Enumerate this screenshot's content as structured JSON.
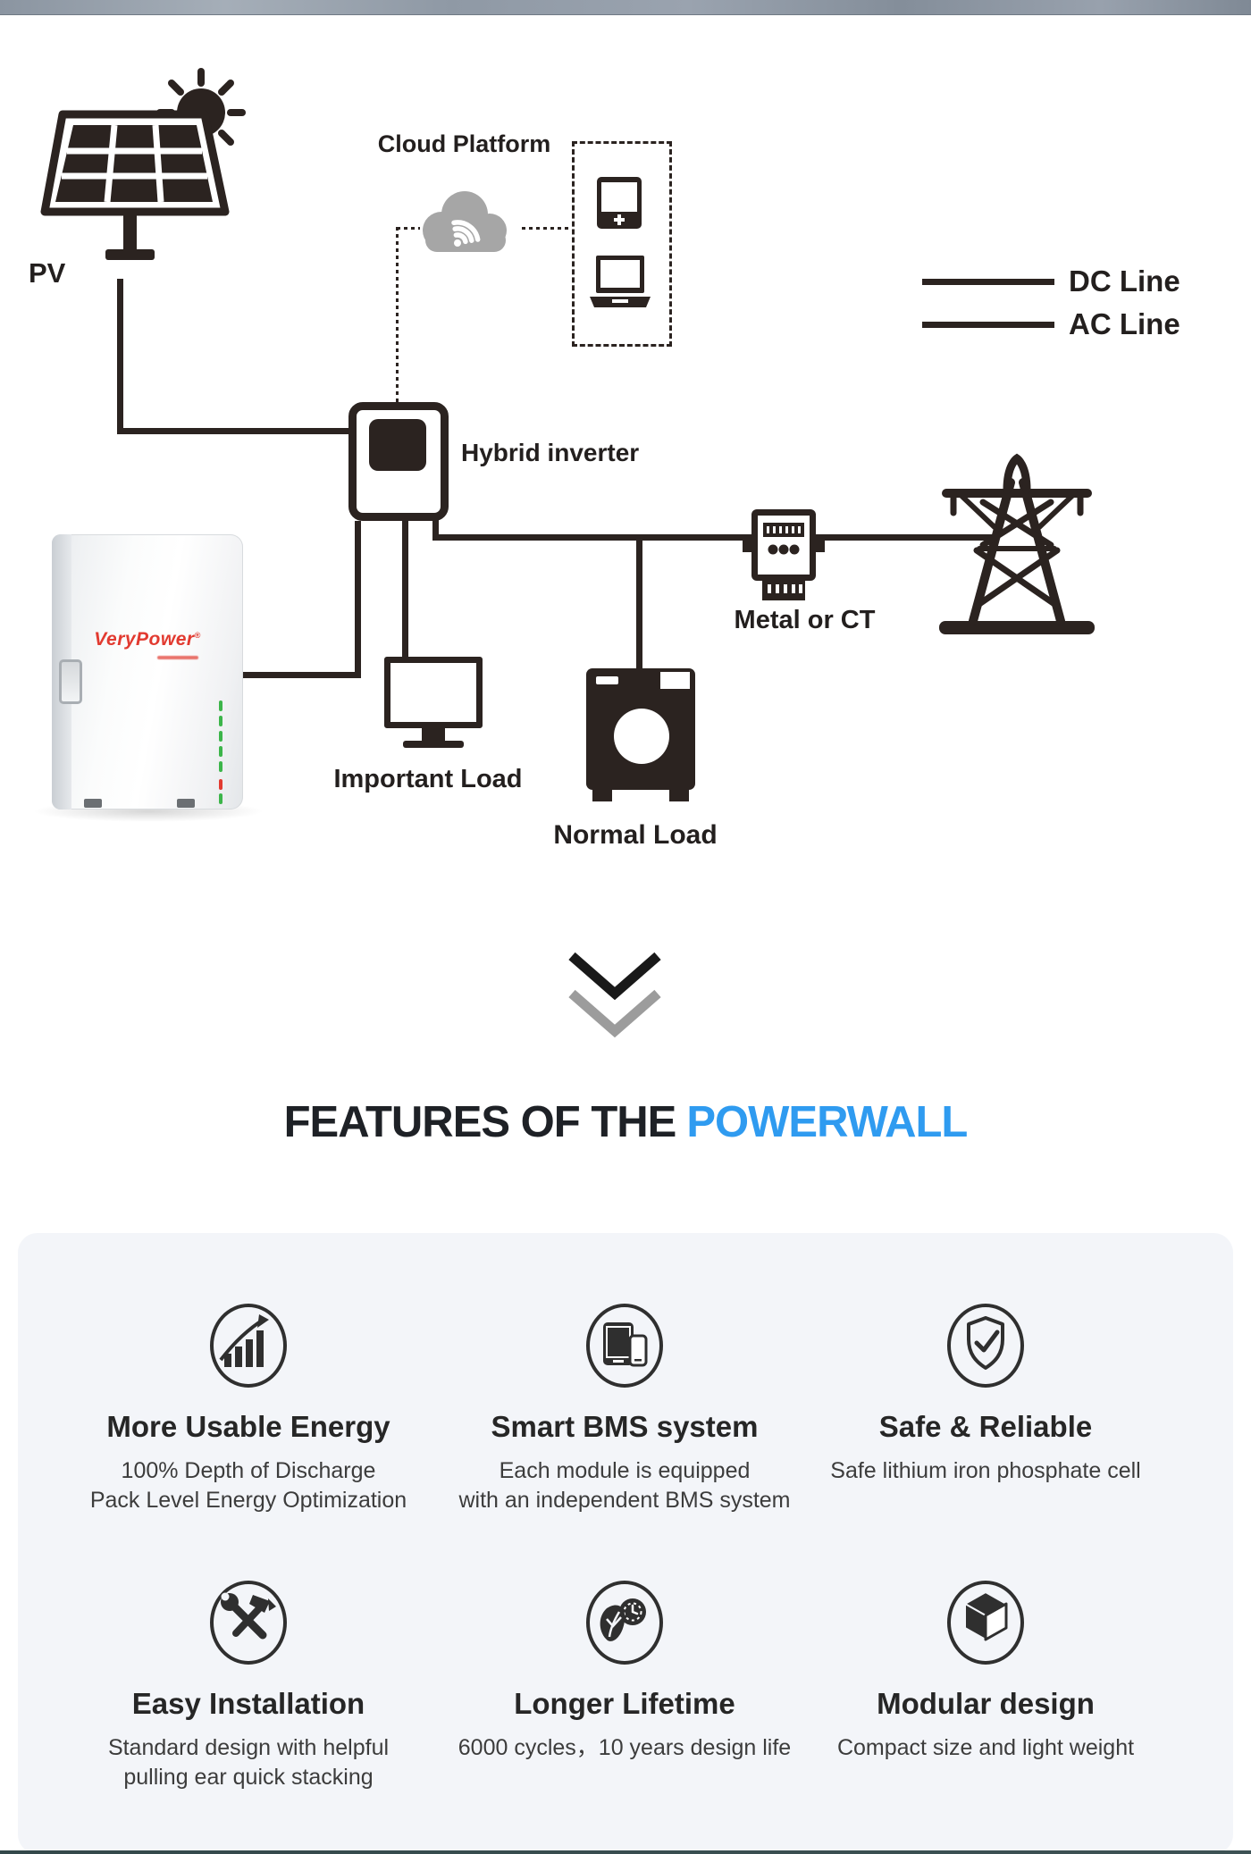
{
  "top_diagram": {
    "pv_label": "PV",
    "cloud_label": "Cloud Platform",
    "inverter_label": "Hybrid inverter",
    "meter_label": "Metal or CT",
    "important_load_label": "Important Load",
    "normal_load_label": "Normal Load",
    "legend": {
      "dc": "DC Line",
      "ac": "AC Line"
    },
    "battery": {
      "brand": "VeryPower"
    }
  },
  "heading": {
    "prefix": "FEATURES OF THE",
    "highlight": "POWERWALL"
  },
  "features": [
    {
      "icon": "growth-chart-icon",
      "title": "More Usable Energy",
      "desc": [
        "100% Depth of Discharge",
        "Pack Level Energy Optimization"
      ]
    },
    {
      "icon": "bms-devices-icon",
      "title": "Smart BMS system",
      "desc": [
        "Each module is equipped",
        "with an independent BMS system"
      ]
    },
    {
      "icon": "shield-check-icon",
      "title": "Safe & Reliable",
      "desc": [
        "Safe lithium iron phosphate cell"
      ]
    },
    {
      "icon": "tools-icon",
      "title": "Easy Installation",
      "desc": [
        "Standard design with helpful",
        "pulling ear quick stacking"
      ]
    },
    {
      "icon": "clock-leaf-icon",
      "title": "Longer Lifetime",
      "desc": [
        "6000 cycles，10 years design life"
      ]
    },
    {
      "icon": "cube-icon",
      "title": "Modular design",
      "desc": [
        "Compact size and light weight"
      ]
    }
  ],
  "colors": {
    "accent_blue": "#2f9bf0",
    "brand_red": "#e23a30",
    "line_dark": "#2b2320",
    "panel_bg": "#f3f5f9",
    "led_green": "#3cb54a",
    "cloud_gray": "#a6a6a6",
    "chevron_gray": "#9c9c9c"
  }
}
